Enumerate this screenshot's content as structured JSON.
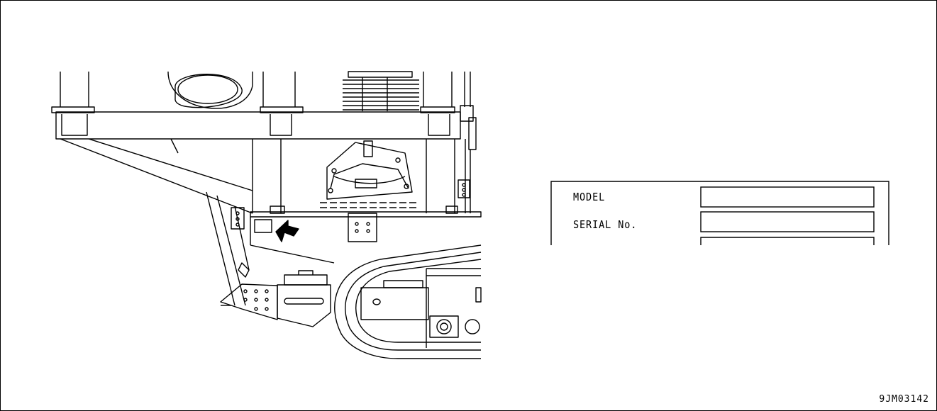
{
  "nameplate": {
    "model_label": "MODEL",
    "serial_label": "SERIAL No."
  },
  "figure_code": "9JM03142"
}
